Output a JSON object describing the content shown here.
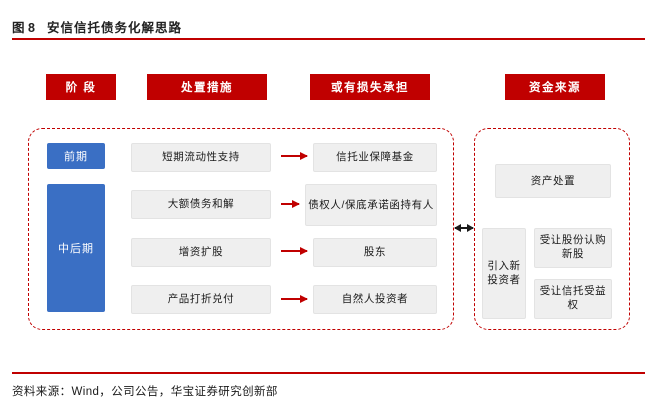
{
  "title": {
    "figure_tag": "图 8",
    "text": "安信信托债务化解思路"
  },
  "source": {
    "text": "资料来源：Wind，公司公告，华宝证券研究创新部"
  },
  "colors": {
    "accent_red": "#c00000",
    "stage_blue": "#3a6fc4",
    "box_grey": "#efefef",
    "text_dark": "#1a1a1a"
  },
  "headers": [
    {
      "label": "阶 段"
    },
    {
      "label": "处置措施"
    },
    {
      "label": "或有损失承担"
    },
    {
      "label": "资金来源"
    }
  ],
  "stages": [
    {
      "label": "前期"
    },
    {
      "label": "中后期"
    }
  ],
  "measures": [
    {
      "label": "短期流动性支持"
    },
    {
      "label": "大额债务和解"
    },
    {
      "label": "增资扩股"
    },
    {
      "label": "产品打折兑付"
    }
  ],
  "losses": [
    {
      "label": "信托业保障基金"
    },
    {
      "label": "债权人/保底承诺函持有人"
    },
    {
      "label": "股东"
    },
    {
      "label": "自然人投资者"
    }
  ],
  "funding": {
    "asset_disposal": {
      "label": "资产处置"
    },
    "introduce_investor": {
      "label": "引入新投资者"
    },
    "items": [
      {
        "label": "受让股份认购新股"
      },
      {
        "label": "受让信托受益权"
      }
    ]
  }
}
